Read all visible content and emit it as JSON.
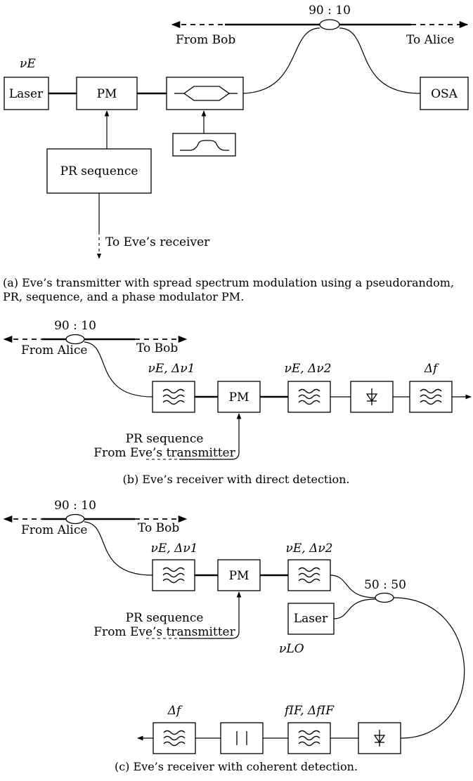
{
  "panel_a": {
    "coupler_ratio": "90 : 10",
    "from_bob": "From Bob",
    "to_alice": "To Alice",
    "nu_e": "νE",
    "laser": "Laser",
    "pm": "PM",
    "osa": "OSA",
    "pr_sequence": "PR sequence",
    "to_eve_receiver": "To Eve’s receiver",
    "caption_line1": "(a) Eve’s transmitter with spread spectrum modulation using a pseudorandom,",
    "caption_line2": "PR, sequence, and a phase modulator PM."
  },
  "panel_b": {
    "coupler_ratio": "90 : 10",
    "from_alice": "From Alice",
    "to_bob": "To Bob",
    "filter1_label": "νE, Δν1",
    "pm": "PM",
    "filter2_label": "νE, Δν2",
    "filter3_label": "Δf",
    "pr_sequence": "PR sequence",
    "from_eve_transmitter": "From Eve’s transmitter",
    "caption": "(b) Eve’s receiver with direct detection."
  },
  "panel_c": {
    "coupler_ratio": "90 : 10",
    "from_alice": "From Alice",
    "to_bob": "To Bob",
    "filter1_label": "νE, Δν1",
    "pm": "PM",
    "filter2_label": "νE, Δν2",
    "coupler2_ratio": "50 : 50",
    "laser": "Laser",
    "nu_lo": "νLO",
    "pr_sequence": "PR sequence",
    "from_eve_transmitter": "From Eve’s transmitter",
    "filter_df_label": "Δf",
    "filter_if_label": "fIF, ΔfIF",
    "caption": "(c) Eve’s receiver with coherent detection."
  }
}
